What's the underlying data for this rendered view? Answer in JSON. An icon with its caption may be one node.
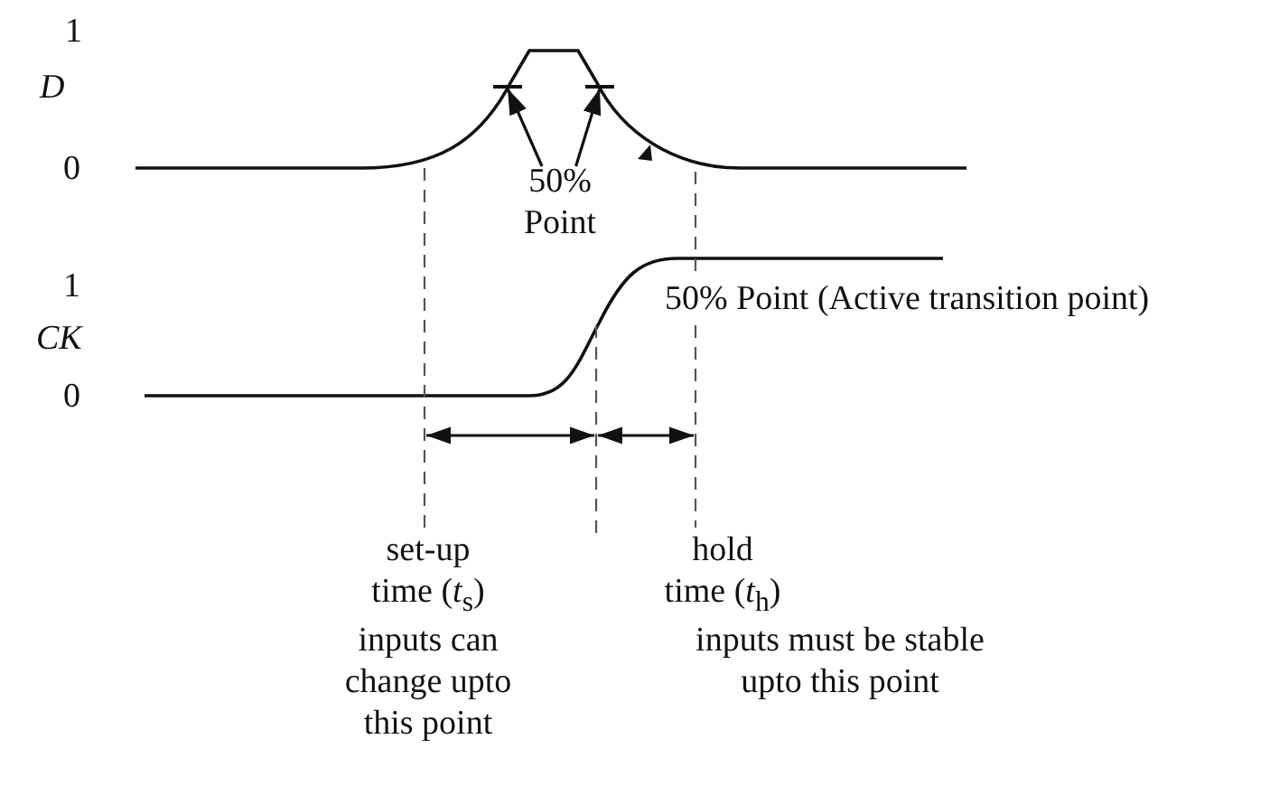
{
  "diagram": {
    "nodes": [
      {
        "text": [
          "50% Point"
        ]
      },
      {
        "text": [],
        "shape": "bar"
      },
      {
        "text": [],
        "shape": "bar"
      }
    ],
    "edges": [
      {
        "from": 0,
        "to": 1,
        "arrow": "to"
      },
      {
        "from": 0,
        "to": 2,
        "arrow": "to"
      }
    ],
    "labels": [
      "1",
      "D",
      "0",
      "1",
      "CK",
      "0",
      "50% Point (Active transition point)",
      "set-up time (*t*$_{s}$)",
      "inputs can change upto this point",
      "hold time (*t*$_{h}$)",
      "inputs must be stable upto this point"
    ]
  }
}
